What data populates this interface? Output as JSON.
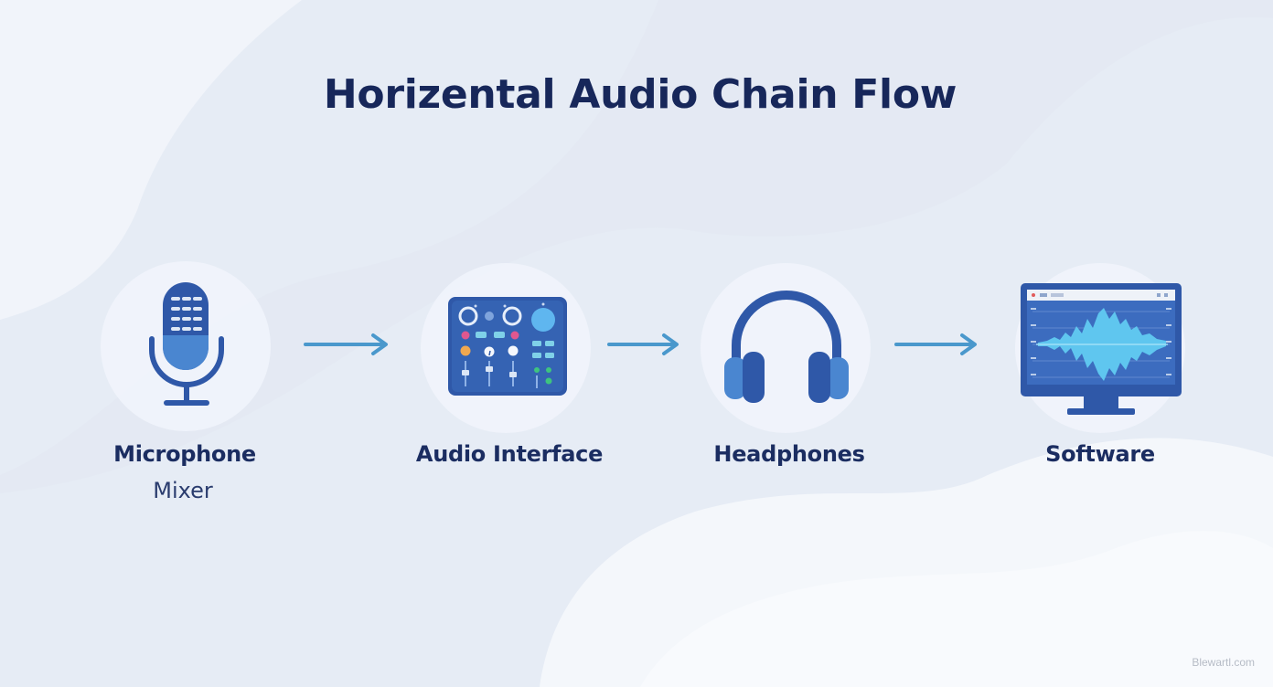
{
  "title": "Horizental Audio Chain Flow",
  "colors": {
    "navy": "#17275a",
    "icon_blue": "#2f58a8",
    "icon_light_blue": "#4a86d0",
    "arrow": "#4a98cc",
    "wave_cyan": "#5fc6ef"
  },
  "nodes": [
    {
      "id": "microphone",
      "icon": "microphone-icon",
      "label": "Microphone",
      "sublabel": "Mixer"
    },
    {
      "id": "audio-interface",
      "icon": "audio-interface-icon",
      "label": "Audio Interface"
    },
    {
      "id": "headphones",
      "icon": "headphones-icon",
      "label": "Headphones"
    },
    {
      "id": "software",
      "icon": "monitor-waveform-icon",
      "label": "Software"
    }
  ],
  "edges": [
    {
      "from": "microphone",
      "to": "audio-interface"
    },
    {
      "from": "audio-interface",
      "to": "headphones"
    },
    {
      "from": "headphones",
      "to": "software"
    }
  ],
  "watermark": "Blewartl.com"
}
